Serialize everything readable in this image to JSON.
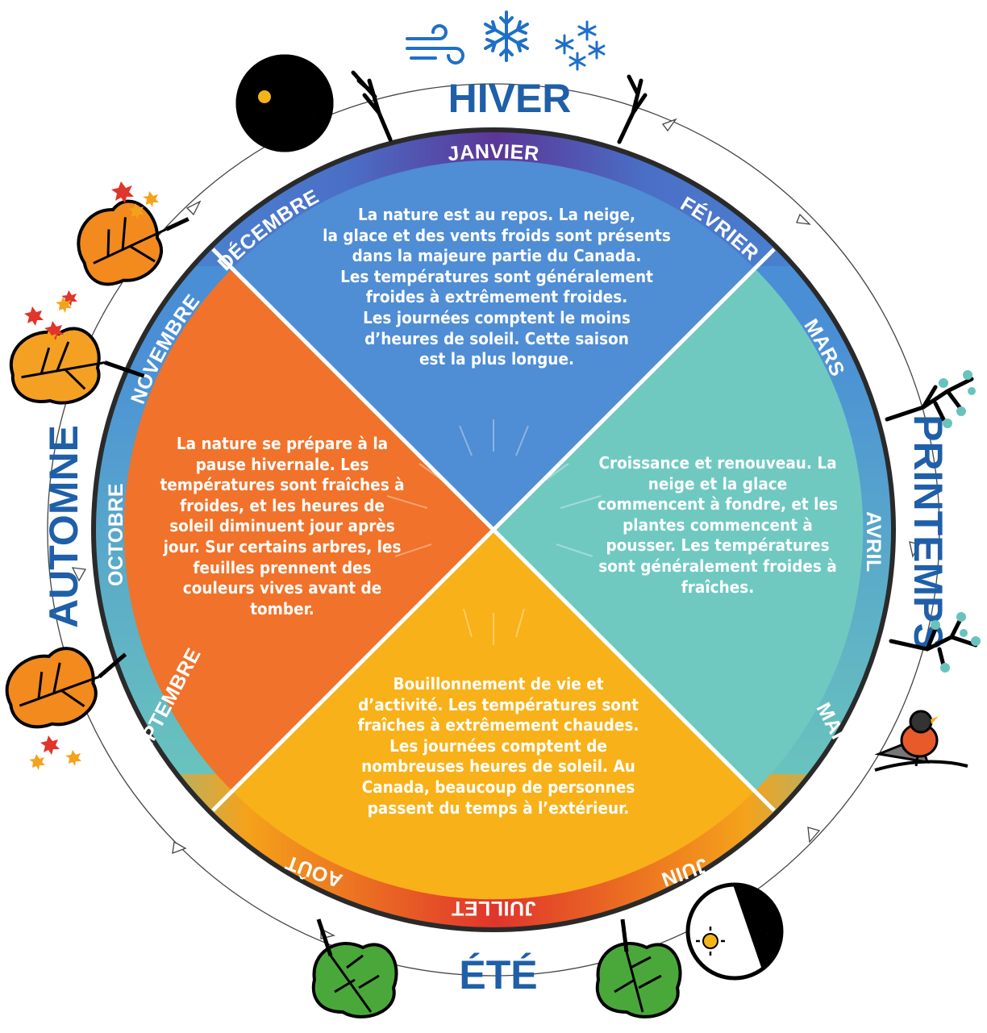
{
  "seasons": {
    "winter": {
      "title": "HIVER",
      "description": "La nature est au repos. La neige,\nla glace et des vents froids sont présents\ndans la majeure partie du Canada.\nLes températures sont généralement\nfroides à extrêmement froides.\nLes journées comptent le moins\nd’heures de soleil. Cette saison\nest la plus longue.",
      "color": "#4a90d9"
    },
    "spring": {
      "title": "PRINTEMPS",
      "description": "Croissance et renouveau. La\nneige et la glace\ncommencent à fondre, et les\nplantes commencent à\npousser. Les températures\nsont généralement froides à\nfraîches.",
      "color": "#6cc8c0"
    },
    "summer": {
      "title": "ÉTÉ",
      "description": "Bouillonnement de vie et\nd’activité. Les températures sont\nfraîches à extrêmement chaudes.\nLes journées comptent de\nnombreuses heures de soleil. Au\nCanada, beaucoup de personnes\npassent du temps à l’extérieur.",
      "color": "#f7b018"
    },
    "autumn": {
      "title": "AUTOMNE",
      "description": "La nature se prépare à la\npause hivernale. Les\ntempératures sont fraîches à\nfroides, et les heures de\nsoleil diminuent jour après\njour. Sur certains arbres, les\nfeuilles prennent des\ncouleurs vives avant de\ntomber.",
      "color": "#f07028"
    }
  },
  "months": {
    "janvier": "JANVIER",
    "fevrier": "FÉVRIER",
    "mars": "MARS",
    "avril": "AVRIL",
    "mai": "MAI",
    "juin": "JUIN",
    "juillet": "JUILLET",
    "aout": "AOÛT",
    "septembre": "SEPTEMBRE",
    "octobre": "OCTOBRE",
    "novembre": "NOVEMBRE",
    "decembre": "DÉCEMBRE"
  },
  "colors": {
    "title_blue": "#1f5fa8",
    "ring_blue": "#4a8fd6",
    "ring_purple": "#5b3696",
    "ring_teal": "#69c3bd",
    "ring_red": "#e0352b",
    "ring_orange": "#f5a21b"
  },
  "icons": [
    "wind-icon",
    "snowflake-icon",
    "snowflakes-small-icon",
    "day-night-icon",
    "bare-tree-icon",
    "autumn-tree-icon",
    "spring-branch-icon",
    "robin-bird-icon",
    "summer-tree-icon"
  ]
}
